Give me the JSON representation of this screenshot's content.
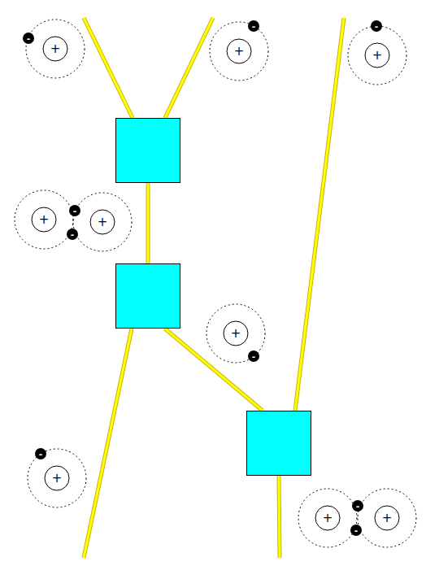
{
  "diagram": {
    "nodes": [
      {
        "text": []
      },
      {
        "text": []
      },
      {
        "text": []
      }
    ],
    "edges": [
      {
        "from": 0,
        "to": 1,
        "arrow": "none"
      },
      {
        "from": 1,
        "to": 2,
        "arrow": "none"
      }
    ],
    "labels": [
      "+",
      "-",
      "+",
      "-",
      "+",
      "-",
      "+",
      "+",
      "-",
      "-",
      "+",
      "-",
      "+",
      "-",
      "+",
      "+",
      "-",
      "-"
    ]
  }
}
